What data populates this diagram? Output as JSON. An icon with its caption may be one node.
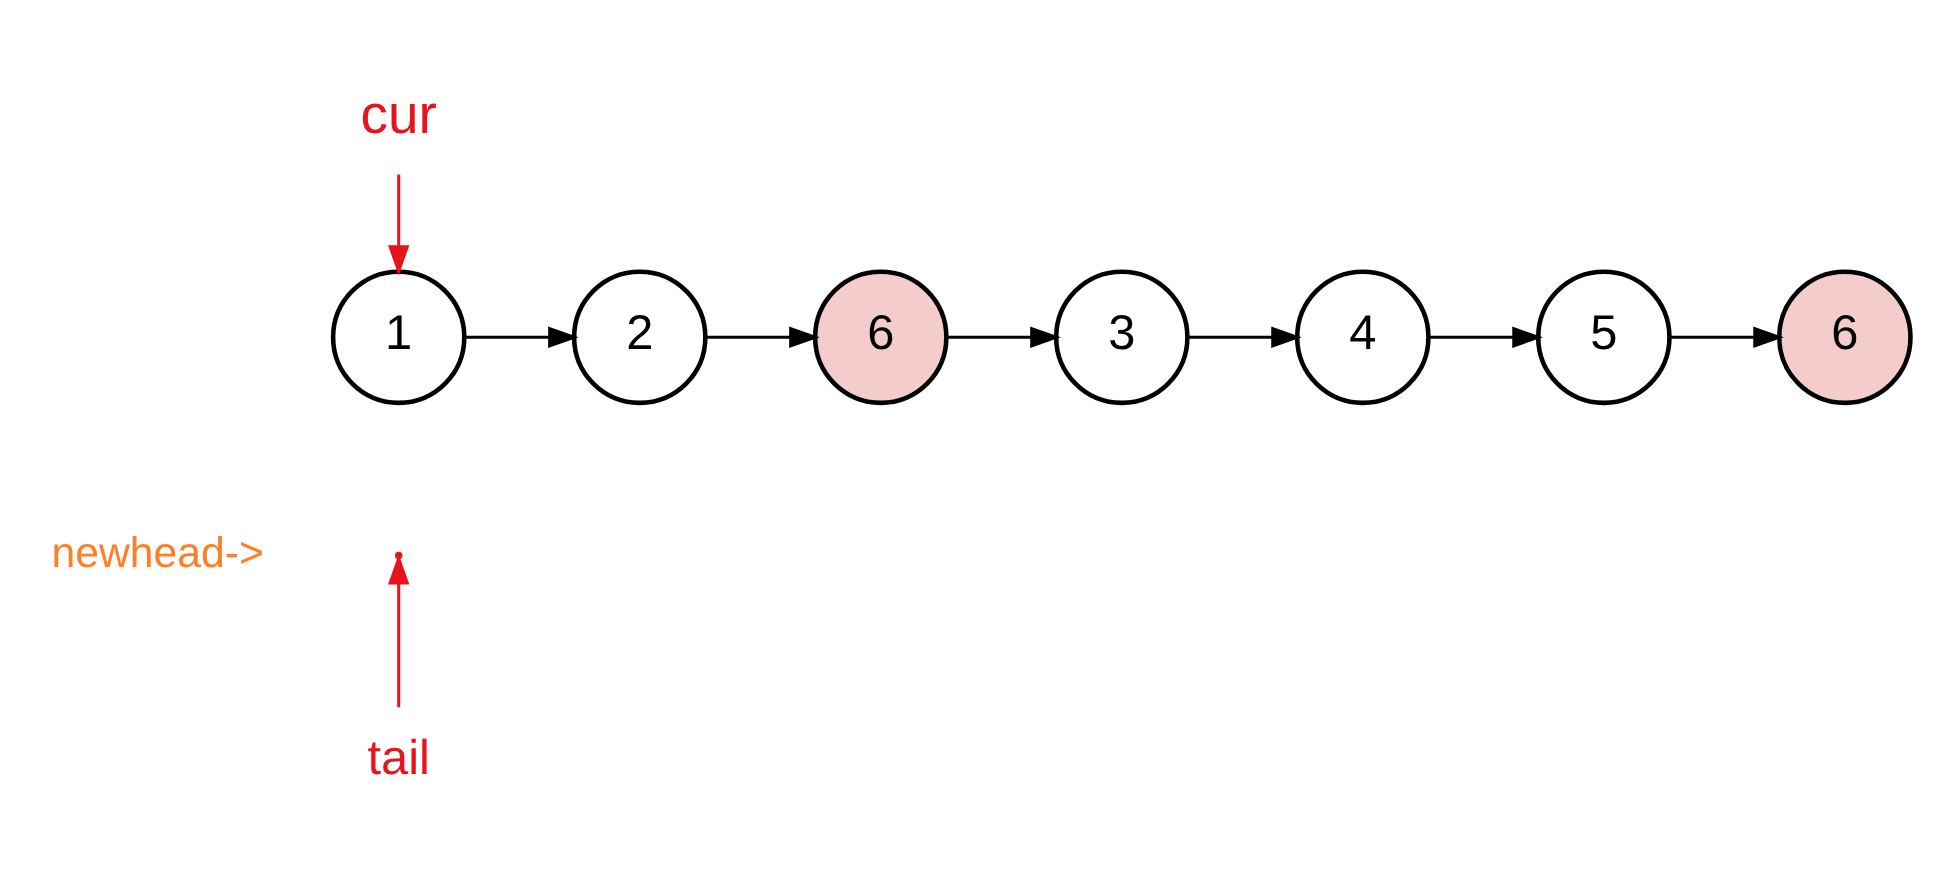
{
  "diagram": {
    "nodes": [
      {
        "text": [
          "1"
        ]
      },
      {
        "text": [
          "2"
        ]
      },
      {
        "text": [
          "6"
        ]
      },
      {
        "text": [
          "3"
        ]
      },
      {
        "text": [
          "4"
        ]
      },
      {
        "text": [
          "5"
        ]
      },
      {
        "text": [
          "6"
        ]
      },
      {
        "text": [
          "cur"
        ]
      },
      {
        "text": [
          "tail"
        ]
      }
    ],
    "edges": [
      {
        "from": 0,
        "to": 1,
        "arrow": "to"
      },
      {
        "from": 1,
        "to": 2,
        "arrow": "to"
      },
      {
        "from": 2,
        "to": 3,
        "arrow": "to"
      },
      {
        "from": 3,
        "to": 4,
        "arrow": "to"
      },
      {
        "from": 4,
        "to": 5,
        "arrow": "to"
      },
      {
        "from": 5,
        "to": 6,
        "arrow": "to"
      },
      {
        "from": 7,
        "to": 0,
        "arrow": "to",
        "color": "#e8141c"
      },
      {
        "from": 8,
        "to": null,
        "arrow": "to",
        "color": "#e8141c"
      }
    ],
    "labels": [
      "newhead->"
    ]
  }
}
